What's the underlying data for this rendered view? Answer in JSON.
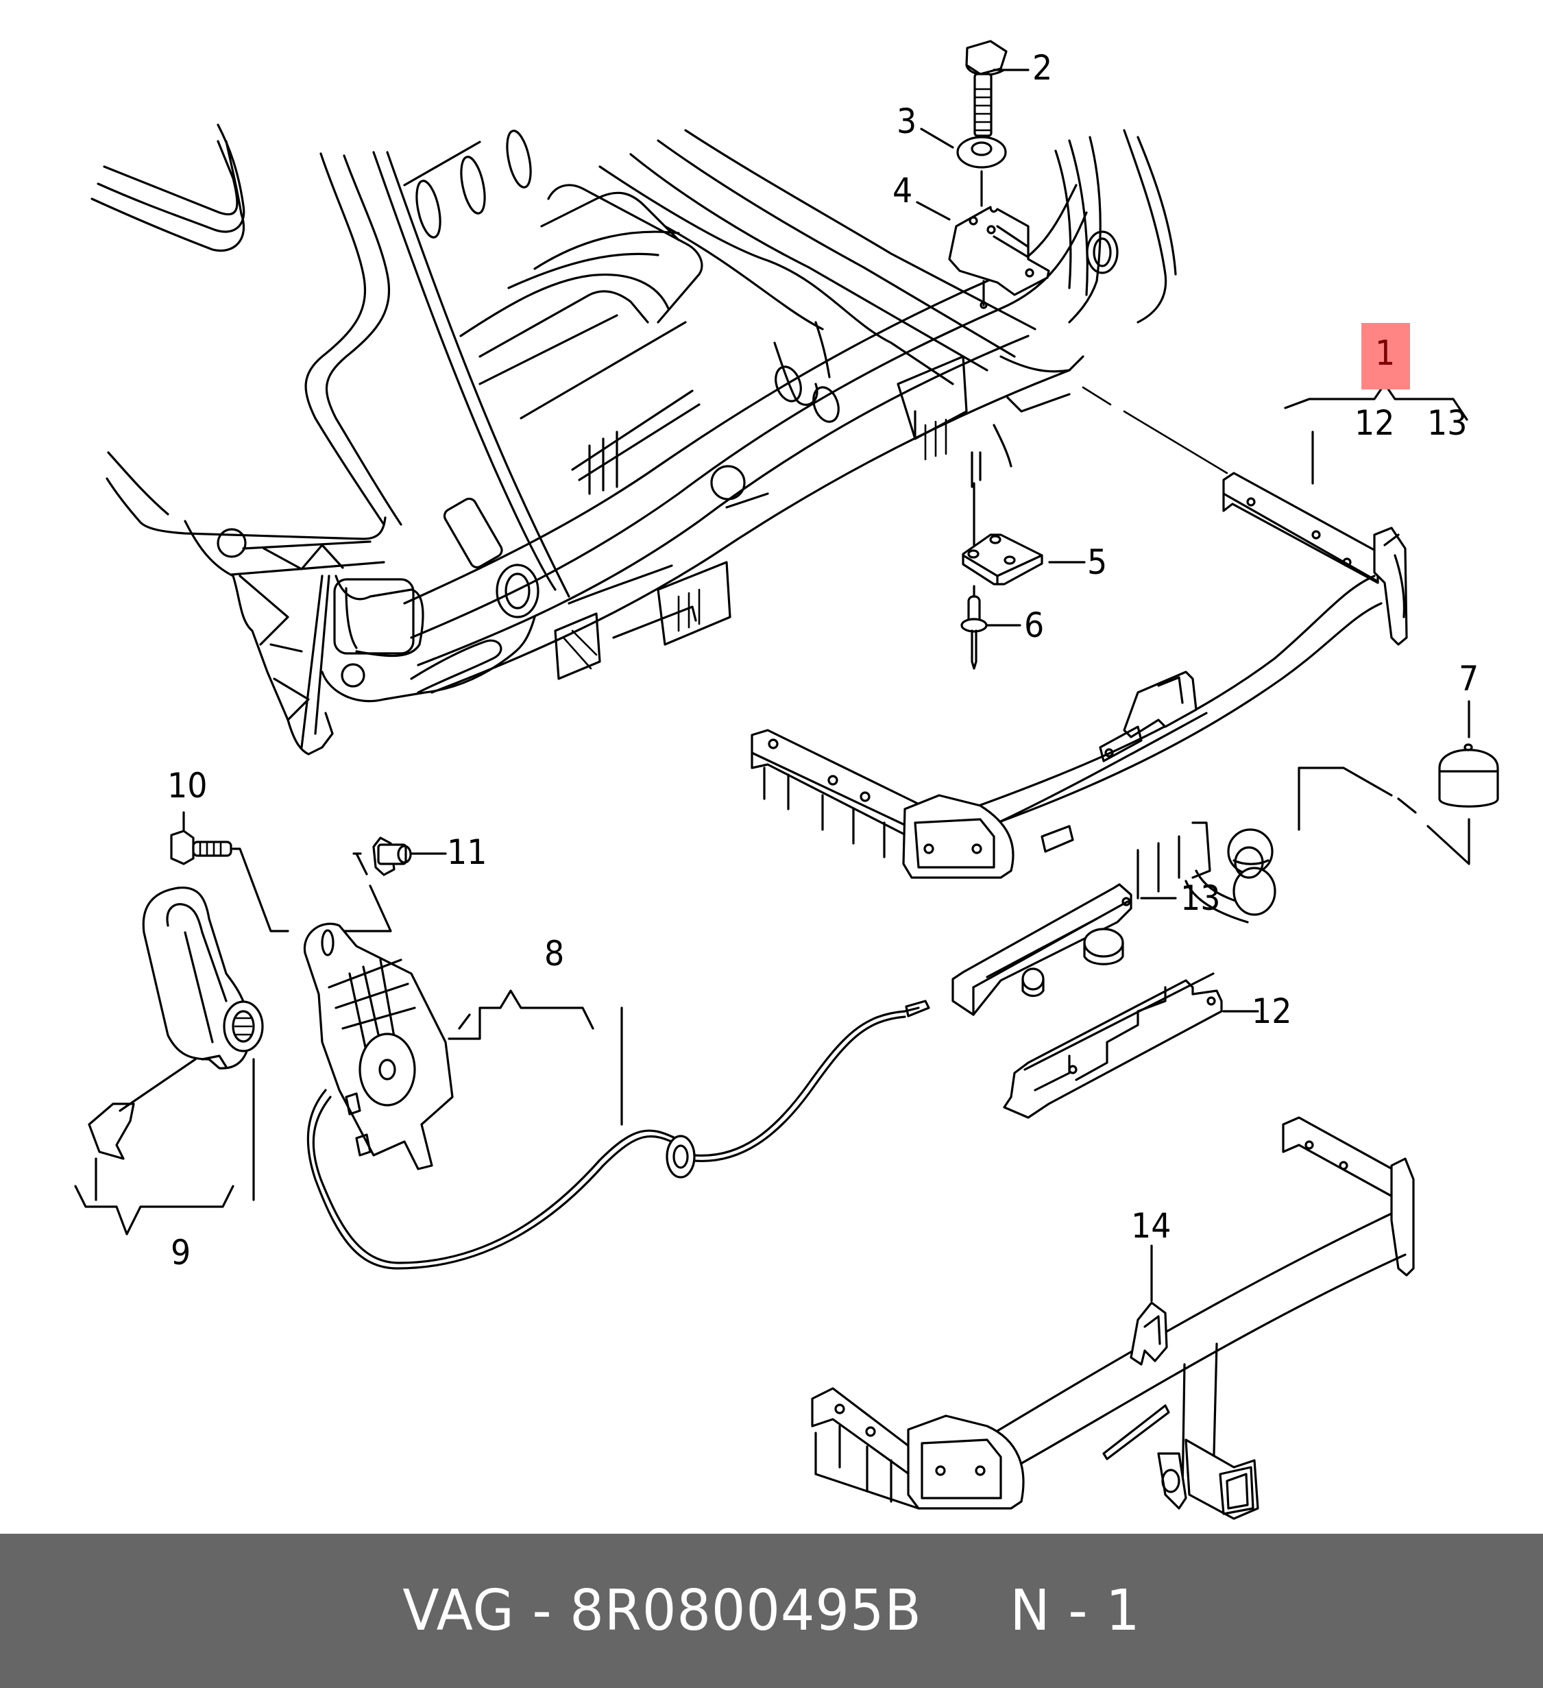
{
  "diagram": {
    "title": "Trailer hitch / towing bracket exploded parts diagram",
    "callouts": [
      {
        "id": "1",
        "label": "1",
        "highlighted": true,
        "highlight_color": "#ff8585",
        "sub_items": [
          "12",
          "13"
        ]
      },
      {
        "id": "2",
        "label": "2"
      },
      {
        "id": "3",
        "label": "3"
      },
      {
        "id": "4",
        "label": "4"
      },
      {
        "id": "5",
        "label": "5"
      },
      {
        "id": "6",
        "label": "6"
      },
      {
        "id": "7",
        "label": "7"
      },
      {
        "id": "8",
        "label": "8"
      },
      {
        "id": "9",
        "label": "9"
      },
      {
        "id": "10",
        "label": "10"
      },
      {
        "id": "11",
        "label": "11"
      },
      {
        "id": "12",
        "label": "12"
      },
      {
        "id": "13",
        "label": "13"
      },
      {
        "id": "14",
        "label": "14"
      }
    ],
    "group1_sub": {
      "a": "12",
      "b": "13"
    }
  },
  "footer": {
    "text": "VAG - 8R0800495B     N - 1",
    "brand": "VAG",
    "part_number": "8R0800495B",
    "position": "N - 1",
    "background": "#666666",
    "text_color": "#ffffff"
  }
}
